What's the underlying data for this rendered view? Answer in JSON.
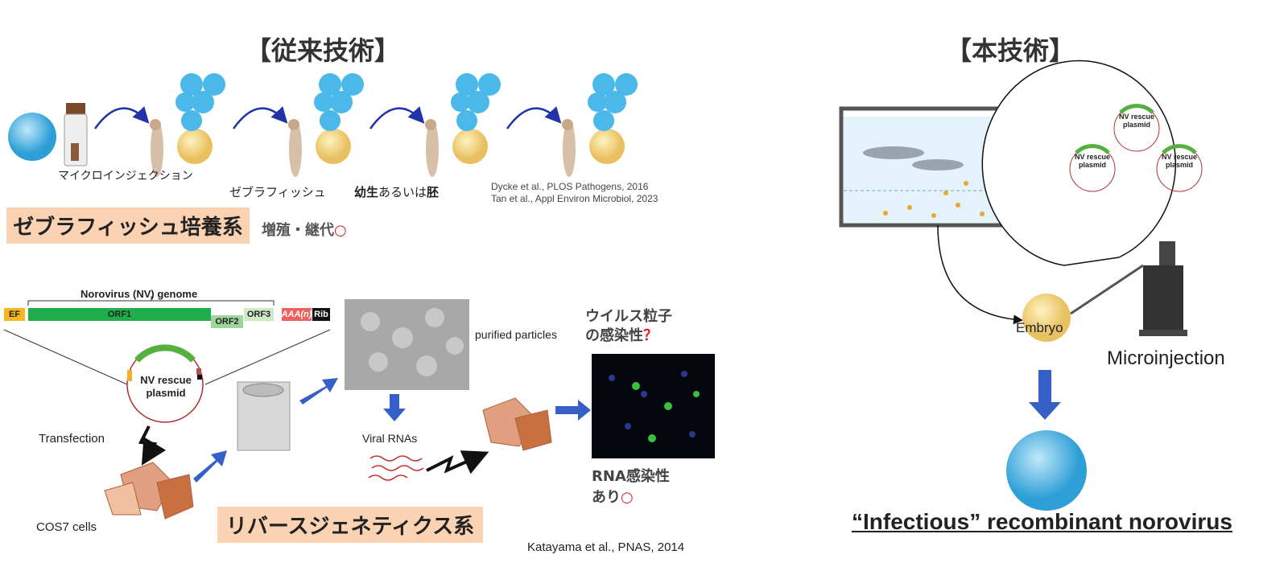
{
  "left": {
    "title": "【従来技術】",
    "zebrafish": {
      "microinjection_label": "マイクロインジェクション",
      "zebrafish_label": "ゼブラフィッシュ",
      "larva_label_bold1": "幼生",
      "larva_label_mid": "あるいは",
      "larva_label_bold2": "胚",
      "citation1": "Dycke et al., PLOS Pathogens, 2016",
      "citation2": "Tan et al., Appl Environ Microbiol, 2023",
      "system_label": "ゼブラフィッシュ培養系",
      "result": "増殖・継代",
      "result_mark": "○"
    },
    "reverse": {
      "genome_title": "Norovirus (NV) genome",
      "ef": "EF",
      "orf1": "ORF1",
      "orf2": "ORF2",
      "orf3": "ORF3",
      "polya": "AAA(n)",
      "rib": "Rib",
      "plasmid1": "NV rescue",
      "plasmid2": "plasmid",
      "transfection": "Transfection",
      "cos7": "COS7 cells",
      "purified": "purified particles",
      "viral_rnas": "Viral RNAs",
      "question1": "ウイルス粒子",
      "question2": "の感染性",
      "question_mark": "？",
      "rna1": "RNA感染性",
      "rna2": "あり",
      "rna_mark": "○",
      "system_label": "リバースジェネティクス系",
      "citation": "Katayama et al., PNAS, 2014"
    }
  },
  "right": {
    "title": "【本技術】",
    "plasmid1": "NV rescue",
    "plasmid2": "plasmid",
    "embryo": "Embryo",
    "microinjection": "Microinjection",
    "result": "“Infectious” recombinant norovirus"
  },
  "colors": {
    "orange_box": "#fbd3b3",
    "arrow_blue": "#3560c8",
    "red_mark": "#e02020",
    "orf1": "#1fae4b"
  }
}
